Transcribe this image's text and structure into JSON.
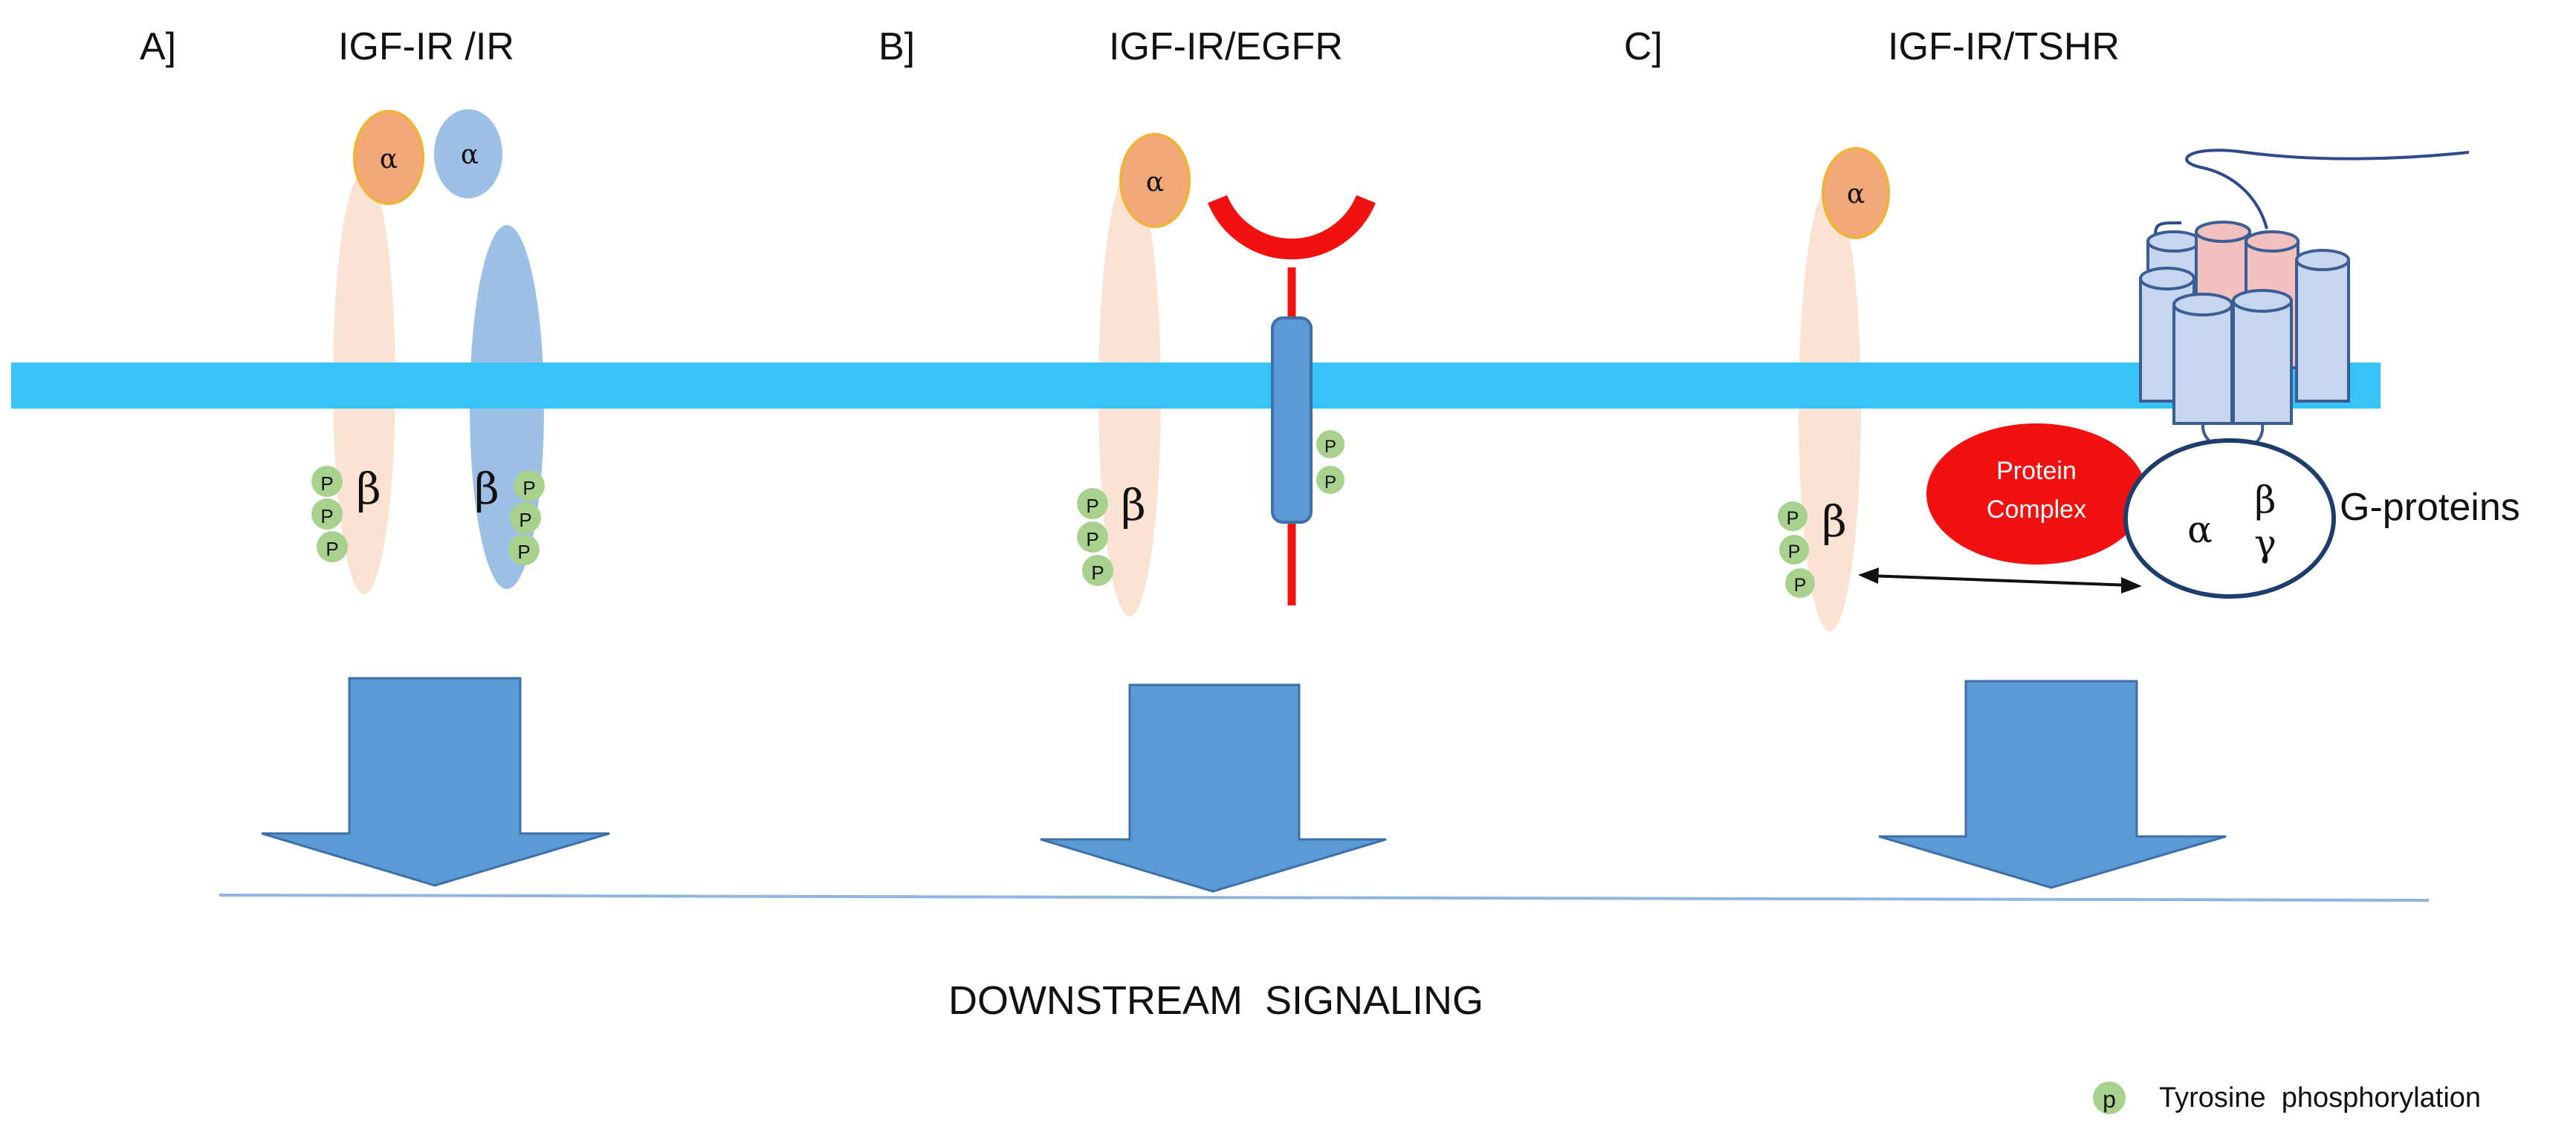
{
  "panels": [
    {
      "letter": "A]",
      "title": "IGF-IR /IR"
    },
    {
      "letter": "B]",
      "title": "IGF-IR/EGFR"
    },
    {
      "letter": "C]",
      "title": "IGF-IR/TSHR"
    }
  ],
  "subunits": {
    "alpha": "α",
    "beta": "β",
    "gamma": "γ"
  },
  "phospho_mark": "P",
  "protein_complex": {
    "line1": "Protein",
    "line2": "Complex"
  },
  "g_proteins_label": "G-proteins",
  "downstream_label": "DOWNSTREAM  SIGNALING",
  "legend": {
    "symbol": "p",
    "text": "Tyrosine  phosphorylation"
  },
  "colors": {
    "membrane": "#35c4f5",
    "igfir_beta": "#fbe3d4",
    "alpha_orange": "#f2a97a",
    "alpha_outline": "#f0b23a",
    "ir_blue": "#9dc0e6",
    "egfr_red": "#f21111",
    "egfr_body": "#5b9bd5",
    "arrow": "#5b9bd5",
    "phospho": "#a9d18e",
    "g_protein_outline": "#1f3d6b",
    "tshr_cylinder": "#c5d6ee",
    "tshr_pink": "#f2c0bf"
  }
}
